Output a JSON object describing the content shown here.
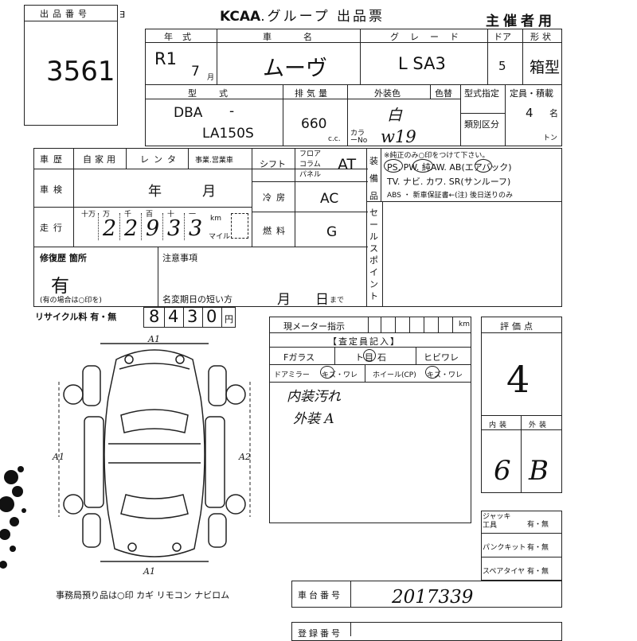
{
  "header": {
    "lot_label": "出品番号",
    "lot_number": "3561",
    "brand": "KCAA",
    "title": ".グループ 出品票",
    "organizer": "主催者用"
  },
  "vehicle": {
    "year_label": "年式",
    "year": "R1",
    "month": "7",
    "month_unit": "月",
    "name_label": "車名",
    "name": "ムーヴ",
    "grade_label": "グレード",
    "grade": "L SA3",
    "doors_label": "ドア",
    "doors": "5",
    "shape_label": "形状",
    "shape": "箱型",
    "model_label": "型式",
    "model_code": "DBA",
    "model_dash": "-",
    "chassis_code": "LA150S",
    "displacement_label": "排気量",
    "displacement": "660",
    "displacement_unit": "c.c.",
    "exterior_color_label": "外装色",
    "exterior_color": "白",
    "color_change_label": "色替",
    "color_no_label": "カラーNo",
    "color_no": "w19",
    "designation_label": "型式指定",
    "category_label": "類別区分",
    "capacity_label": "定員・積載",
    "capacity": "4",
    "capacity_unit": "名",
    "load_unit": "トン"
  },
  "history": {
    "history_label": "車歴",
    "private_label": "自家用",
    "rental_label": "レンタ",
    "business_label": "事業.営業車",
    "inspection_label": "車検",
    "inspection_year": "年",
    "inspection_month": "月",
    "mileage_label": "走行",
    "mileage_units": [
      "十万",
      "万",
      "千",
      "百",
      "十",
      "一"
    ],
    "mileage_digits": [
      "",
      "2",
      "2",
      "9",
      "3",
      "3"
    ],
    "km_label": "km",
    "mile_label": "マイル"
  },
  "transmission": {
    "shift_label": "シフト",
    "floor_label": "フロア",
    "column_label": "コラム",
    "panel_label": "パネル",
    "shift": "AT",
    "ac_label": "冷房",
    "ac": "AC",
    "fuel_label": "燃料",
    "fuel": "G"
  },
  "equipment": {
    "label": "装備品",
    "note": "※純正のみ○印をつけて下さい。",
    "row1": "PS. PW. 純AW. AB(エアバック)",
    "row2": "TV. ナビ. カワ. SR(サンルーフ)",
    "row3": "ABS ・ 新車保証書←(注) 後日送りのみ"
  },
  "sale_point": {
    "label": "セールスポイント"
  },
  "repair": {
    "label": "修復歴 箇所",
    "value": "有",
    "note": "(有の場合は○印を)"
  },
  "notes": {
    "label": "注意事項",
    "plate_label": "名変期日の短い方",
    "month": "月",
    "day": "日",
    "until": "まで"
  },
  "recycle": {
    "label": "リサイクル料 有・無",
    "digits": [
      "8",
      "4",
      "3",
      "0"
    ],
    "unit": "円"
  },
  "meter": {
    "label": "現メーター指示",
    "unit": "km"
  },
  "inspector": {
    "title": "【査定員記入】",
    "glass_label": "Fガラス",
    "glass_options": "ト",
    "glass_mark": "目",
    "glass_stone": "石",
    "glass_crack": "ヒビワレ",
    "mirror_label": "ドアミラー",
    "mirror_options": "キズ・ワレ",
    "wheel_label": "ホイール(CP)",
    "wheel_options": "キズ・ワレ",
    "handwritten_line1": "内装汚れ",
    "handwritten_line2": "外装 A"
  },
  "score": {
    "label": "評価点",
    "value": "4",
    "interior_label": "内装",
    "exterior_label": "外装",
    "interior": "6",
    "exterior": "B"
  },
  "accessories": {
    "jack_label": "ジャッキ工具",
    "jack_options": "有・無",
    "puncture_label": "パンクキット",
    "puncture_options": "有・無",
    "spare_label": "スペアタイヤ",
    "spare_options": "有・無"
  },
  "diagram": {
    "mark_front": "A1",
    "mark_left": "A1",
    "mark_right": "A2",
    "mark_rear": "A1",
    "keys_note": "事務局預り品は○印 カギ リモコン ナビロム"
  },
  "frame": {
    "label": "車台番号",
    "value": "2017339"
  },
  "registration": {
    "label": "登録番号"
  }
}
